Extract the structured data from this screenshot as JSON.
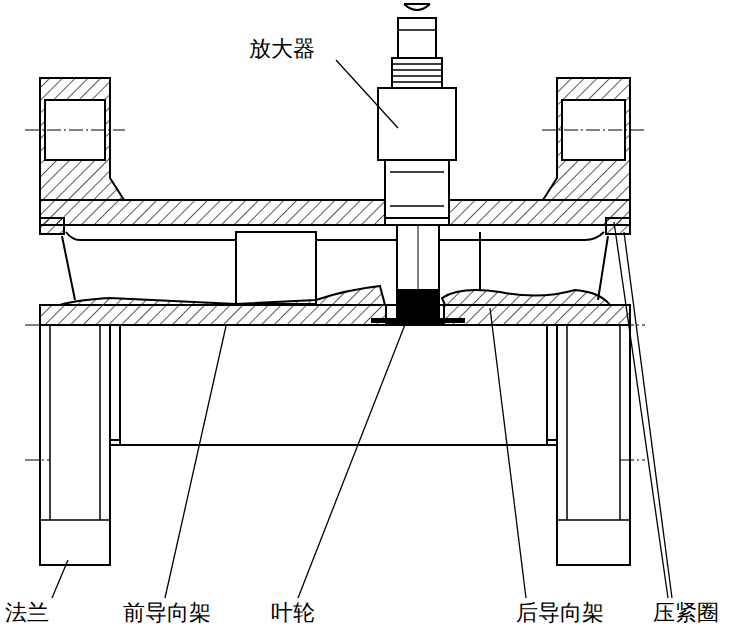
{
  "diagram": {
    "labels": [
      "放大器",
      "法兰",
      "前导向架",
      "叶轮",
      "后导向架",
      "压紧圈"
    ]
  }
}
